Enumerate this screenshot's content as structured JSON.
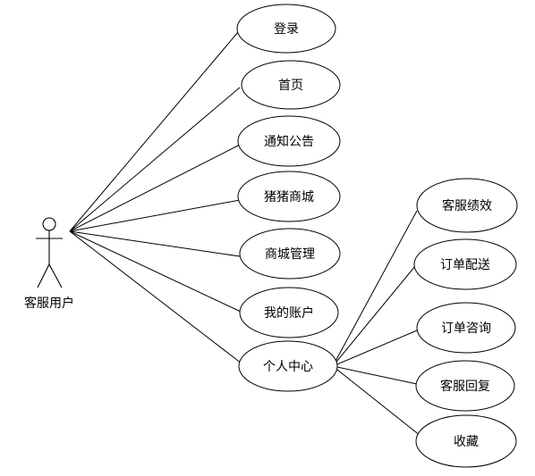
{
  "actor": {
    "label": "客服用户"
  },
  "use_cases": {
    "login": "登录",
    "home": "首页",
    "notice": "通知公告",
    "zhuzhu_mall": "猪猪商城",
    "mall_management": "商城管理",
    "my_account": "我的账户",
    "personal_center": "个人中心"
  },
  "personal_center_children": {
    "performance": "客服绩效",
    "order_delivery": "订单配送",
    "order_inquiry": "订单咨询",
    "reply": "客服回复",
    "favorites": "收藏"
  },
  "colors": {
    "stroke": "#000000",
    "background": "#ffffff"
  }
}
